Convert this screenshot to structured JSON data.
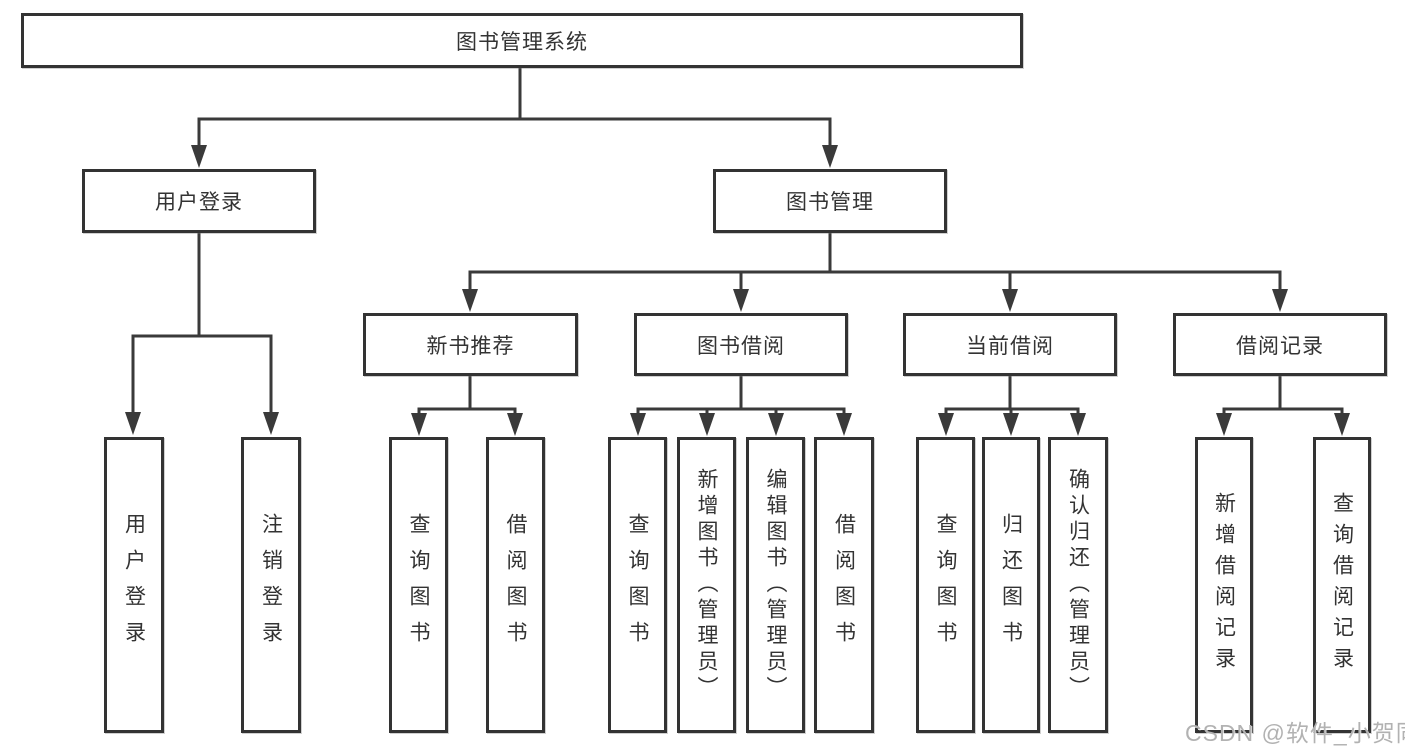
{
  "tree": {
    "label": "图书管理系统",
    "children": [
      {
        "label": "用户登录",
        "children": [
          {
            "label": "用户登录"
          },
          {
            "label": "注销登录"
          }
        ]
      },
      {
        "label": "图书管理",
        "children": [
          {
            "label": "新书推荐",
            "children": [
              {
                "label": "查询图书"
              },
              {
                "label": "借阅图书"
              }
            ]
          },
          {
            "label": "图书借阅",
            "children": [
              {
                "label": "查询图书"
              },
              {
                "label": "新增图书（管理员）"
              },
              {
                "label": "编辑图书（管理员）"
              },
              {
                "label": "借阅图书"
              }
            ]
          },
          {
            "label": "当前借阅",
            "children": [
              {
                "label": "查询图书"
              },
              {
                "label": "归还图书"
              },
              {
                "label": "确认归还（管理员）"
              }
            ]
          },
          {
            "label": "借阅记录",
            "children": [
              {
                "label": "新增借阅记录"
              },
              {
                "label": "查询借阅记录"
              }
            ]
          }
        ]
      }
    ]
  },
  "watermark": {
    "text": "CSDN @软件_小贺同学"
  },
  "colors": {
    "line": "#3a3a3a",
    "box_border": "#333333",
    "text": "#333333",
    "watermark": "#b2b2b2",
    "background": "#ffffff"
  }
}
